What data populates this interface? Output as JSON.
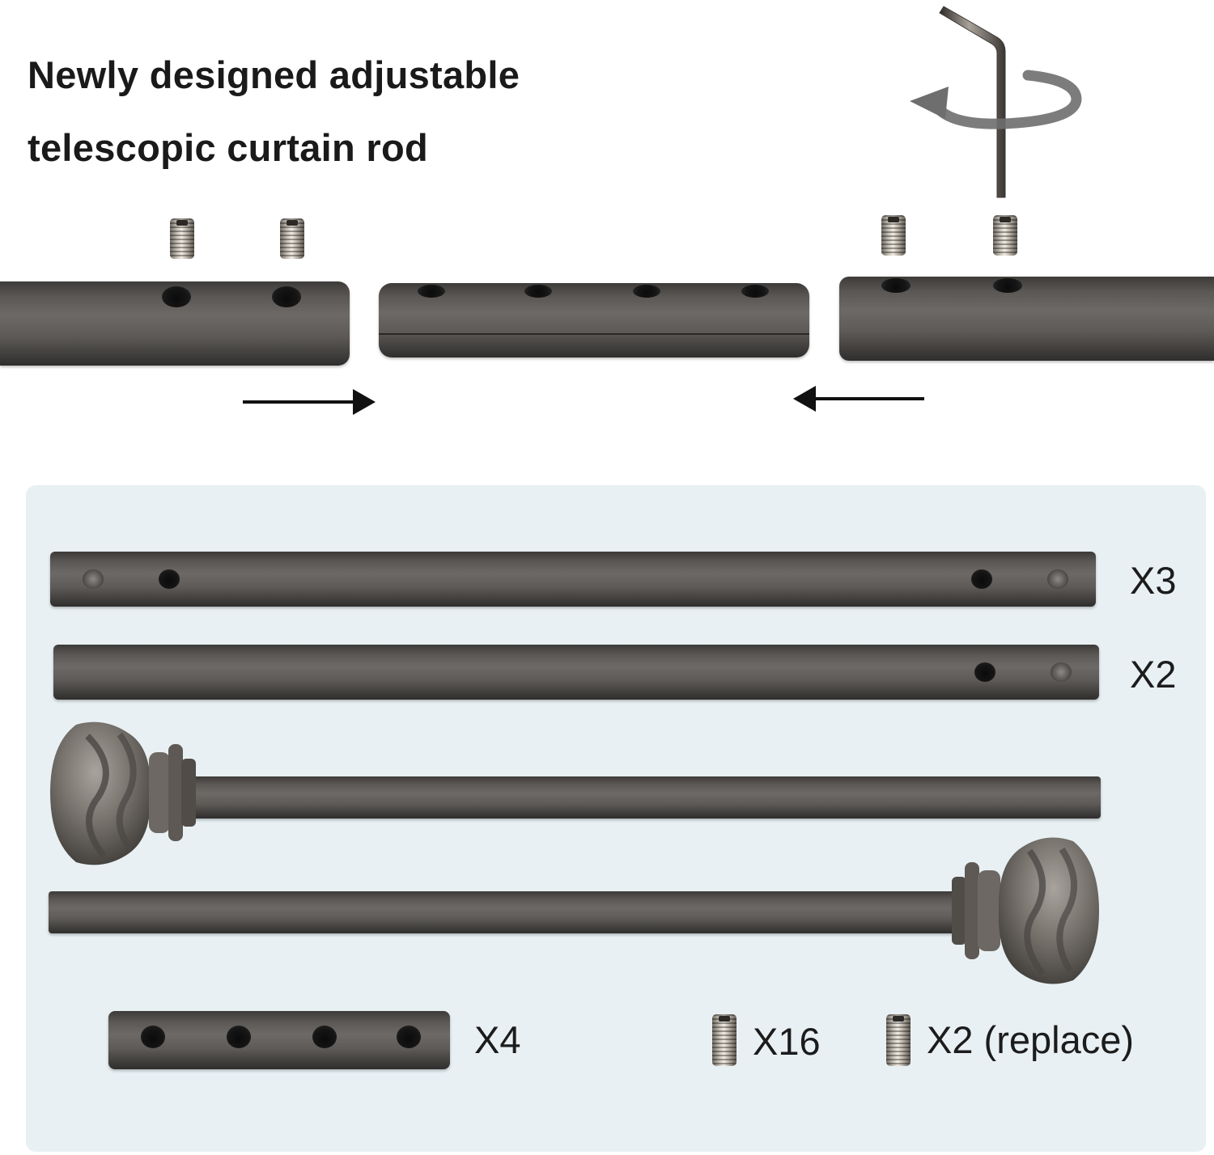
{
  "headline": {
    "line1": "Newly designed adjustable",
    "line2": "telescopic curtain rod"
  },
  "icons": {
    "rotation": "rotate-arrow-icon",
    "tool": "allen-key-icon",
    "insert_left": "arrow-right-icon",
    "insert_right": "arrow-left-icon"
  },
  "parts": {
    "rod_long_qty": "X3",
    "rod_short_qty": "X2",
    "connector_qty": "X4",
    "screw_qty": "X16",
    "spare_screw_qty": "X2 (replace)"
  },
  "colors": {
    "rod": "#5a5754",
    "panel_background": "#e8f0f3",
    "text": "#1a1a1a"
  }
}
